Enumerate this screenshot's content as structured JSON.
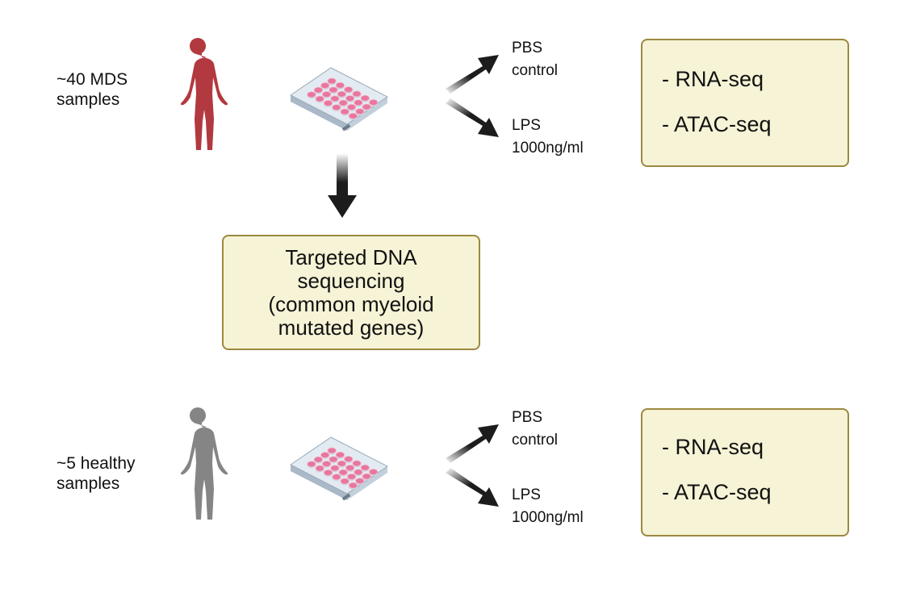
{
  "groups": [
    {
      "label": "~40 MDS\nsamples",
      "figure_color": "#b2393f",
      "conditions": [
        {
          "line1": "PBS",
          "line2": "control"
        },
        {
          "line1": "LPS",
          "line2": "1000ng/ml"
        }
      ],
      "assays": [
        "- RNA-seq",
        "- ATAC-seq"
      ]
    },
    {
      "label": "~5 healthy\nsamples",
      "figure_color": "#858585",
      "conditions": [
        {
          "line1": "PBS",
          "line2": "control"
        },
        {
          "line1": "LPS",
          "line2": "1000ng/ml"
        }
      ],
      "assays": [
        "- RNA-seq",
        "- ATAC-seq"
      ]
    }
  ],
  "dna_box": {
    "text": "Targeted DNA\nsequencing\n(common myeloid\nmutated genes)"
  },
  "colors": {
    "box_fill": "#f6f3d6",
    "box_border": "#9c8840",
    "well_fill": "#e8769e",
    "arrow": "#1c1c1c"
  },
  "icons": [
    "human-figure-icon",
    "culture-plate-icon",
    "arrow-icon"
  ]
}
